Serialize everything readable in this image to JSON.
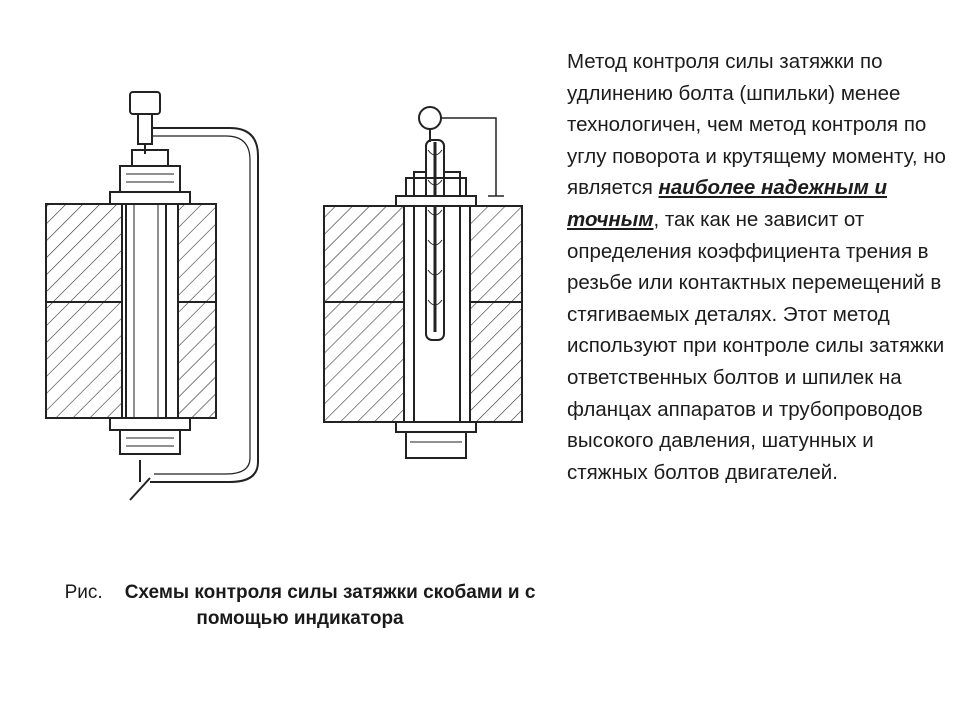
{
  "caption": {
    "prefix": "Рис.",
    "title": "Схемы контроля силы затяжки скобами и с помощью индикатора"
  },
  "text": {
    "part1": "Метод контроля силы затяжки по удлинению болта (шпильки) менее технологичен, чем метод контроля по углу поворота и крутящему моменту, но является ",
    "emphasis": "наиболее надежным и точным",
    "part2": ", так как не зависит от определения коэффициента трения в резьбе или контактных перемещений в стягиваемых деталях. Этот метод используют при контроле силы затяжки ответственных болтов и шпилек на фланцах аппаратов и трубопроводов высокого давления, шатунных и стяжных болтов двигателей."
  }
}
